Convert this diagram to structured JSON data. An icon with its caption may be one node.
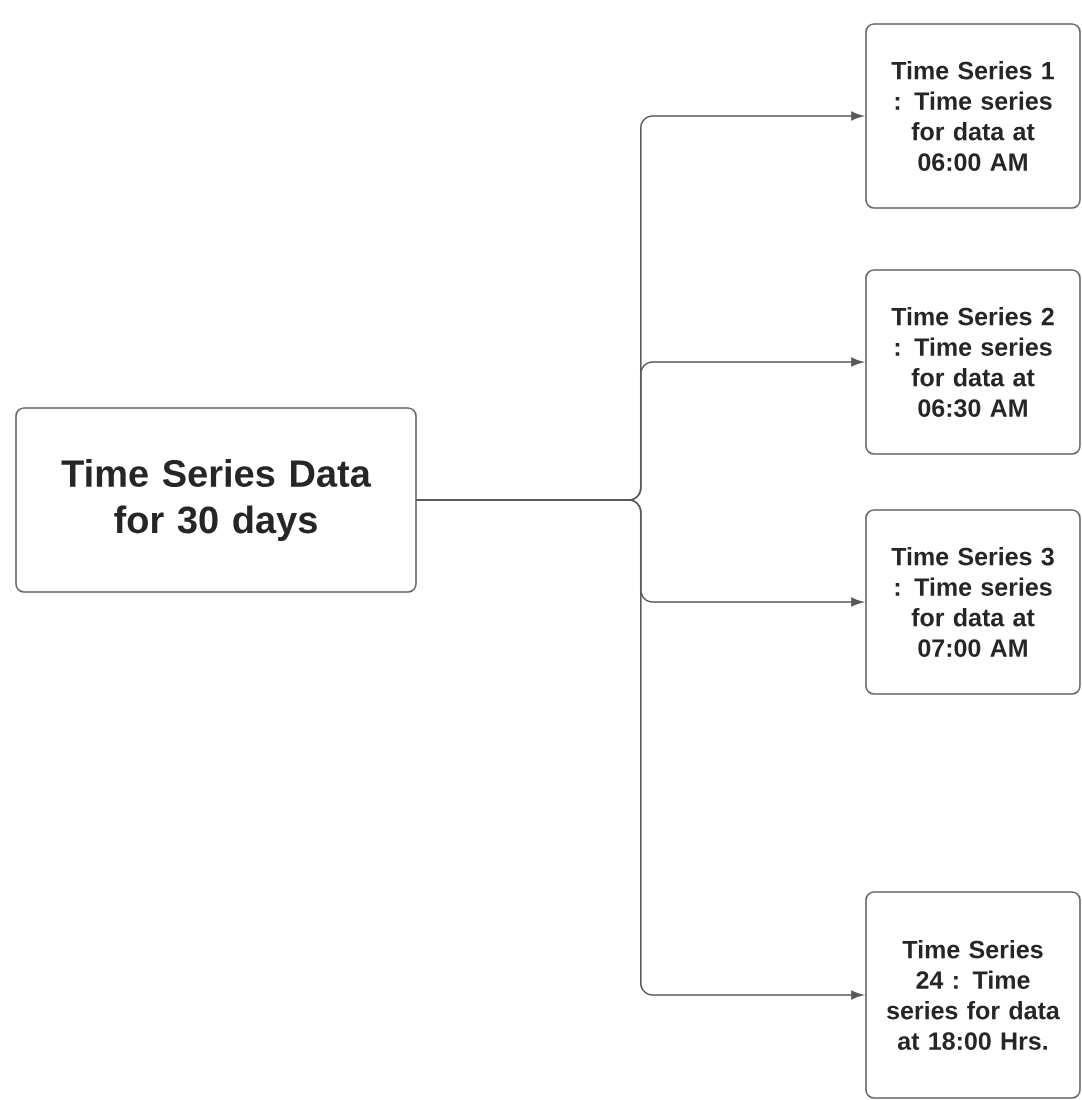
{
  "diagram": {
    "nodes": [
      {
        "text": [
          "Time Series Data for 30 days"
        ]
      },
      {
        "text": [
          "Time Series 1 : Time series for data at 06:00 AM"
        ]
      },
      {
        "text": [
          "Time Series 2 : Time series for data at 06:30 AM"
        ]
      },
      {
        "text": [
          "Time Series 3 : Time series for data at 07:00 AM"
        ]
      },
      {
        "text": [
          "Time Series 24 : Time series for data at 18:00 Hrs."
        ]
      }
    ],
    "edges": [
      {
        "from": 0,
        "to": 1,
        "arrow": "to"
      },
      {
        "from": 0,
        "to": 2,
        "arrow": "to"
      },
      {
        "from": 0,
        "to": 3,
        "arrow": "to"
      },
      {
        "from": 0,
        "to": 4,
        "arrow": "to"
      }
    ]
  }
}
